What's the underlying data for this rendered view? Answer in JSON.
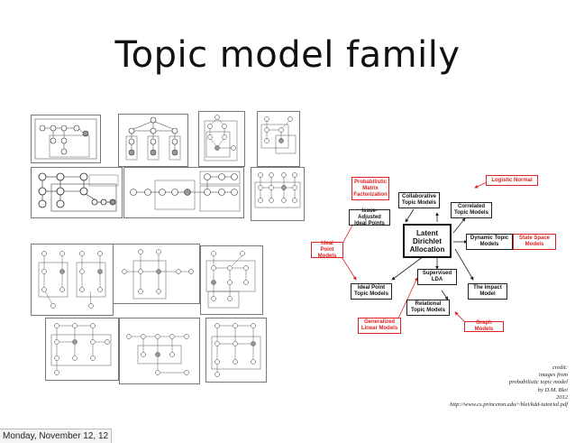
{
  "slide": {
    "title": "Topic model family",
    "date": "Monday, November 12, 12"
  },
  "concept_map": {
    "center": "Latent Dirichlet Allocation",
    "nodes": {
      "pmf": "Probabilistic Matrix Factorization",
      "collab": "Collaborative Topic Models",
      "issue": "Issue-Adjusted Ideal Points",
      "correlated": "Correlated Topic Models",
      "logistic": "Logistic Normal",
      "ideal": "Ideal Point Models",
      "dynamic": "Dynamic Topic Models",
      "statespace": "State Space Models",
      "supervised": "Supervised LDA",
      "idealtopic": "Ideal Point Topic Models",
      "impact": "The Impact Model",
      "relational": "Relational Topic Models",
      "glm": "Generalized Linear Models",
      "graph": "Graph Models"
    },
    "colors": {
      "black": "#222222",
      "red": "#dd2222"
    }
  },
  "credit": {
    "line1": "credit:",
    "line2": "images from",
    "line3": "probabilistic topic model",
    "line4": "by D.M. Blei",
    "line5": "2012",
    "line6": "http://www.cs.princeton.edu/~blei/kdd-tutorial.pdf"
  }
}
